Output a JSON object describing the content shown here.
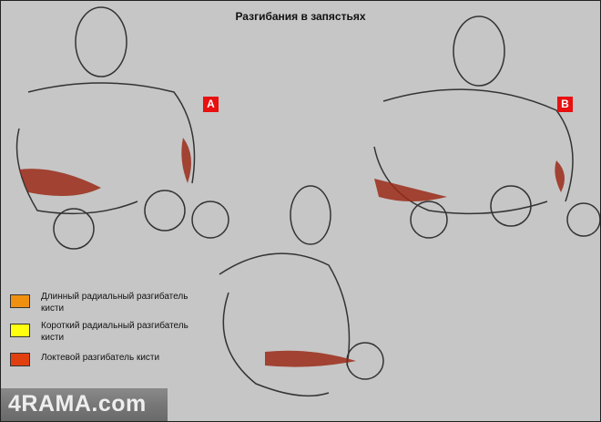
{
  "title": "Разгибания в запястьях",
  "labels": {
    "a": "A",
    "b": "B"
  },
  "legend": [
    {
      "text": "Длинный радиальный разгибатель кисти",
      "color": "#f09010"
    },
    {
      "text": "Короткий радиальный разгибатель кисти",
      "color": "#ffff10"
    },
    {
      "text": "Локтевой разгибатель кисти",
      "color": "#e04010"
    }
  ],
  "watermark": "4RAMA.com",
  "colors": {
    "background": "#c6c6c6",
    "tag": "#e81010"
  }
}
